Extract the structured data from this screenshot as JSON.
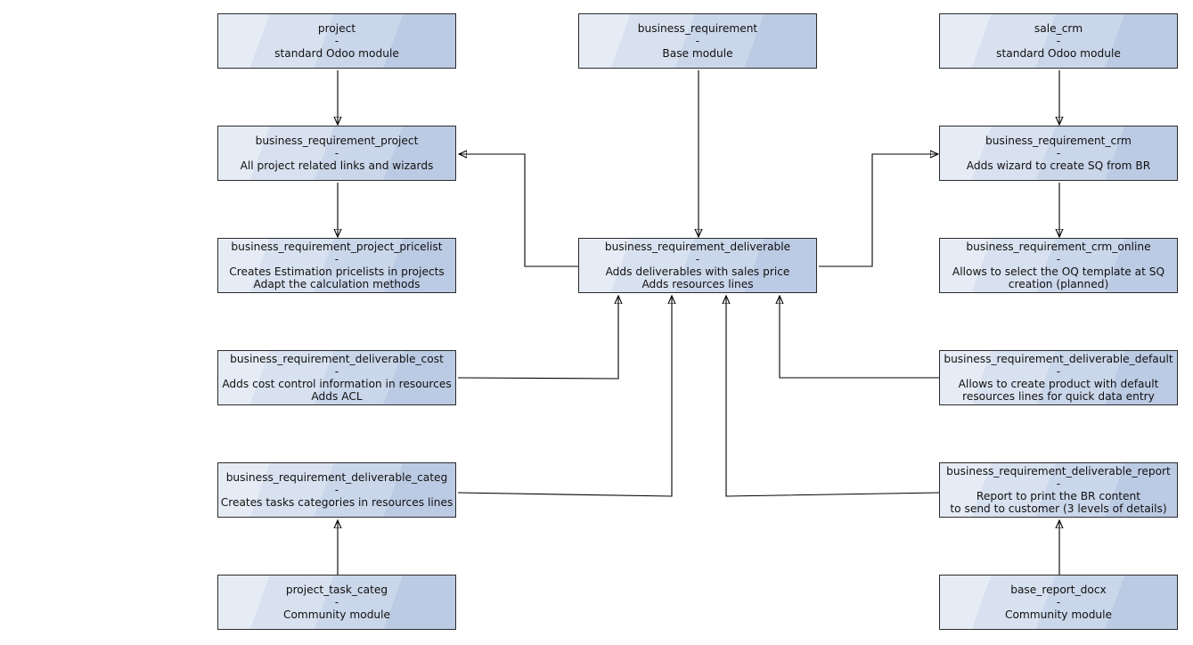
{
  "nodes": {
    "project": {
      "name": "project",
      "separator": "-",
      "desc": [
        "standard Odoo module"
      ]
    },
    "business_requirement": {
      "name": "business_requirement",
      "separator": "-",
      "desc": [
        "Base module"
      ]
    },
    "sale_crm": {
      "name": "sale_crm",
      "separator": "-",
      "desc": [
        "standard Odoo module"
      ]
    },
    "br_project": {
      "name": "business_requirement_project",
      "separator": "-",
      "desc": [
        "All project related links and wizards"
      ]
    },
    "br_crm": {
      "name": "business_requirement_crm",
      "separator": "-",
      "desc": [
        "Adds wizard to create SQ from BR"
      ]
    },
    "br_project_pricelist": {
      "name": "business_requirement_project_pricelist",
      "separator": "-",
      "desc": [
        "Creates Estimation pricelists in projects",
        "Adapt the calculation methods"
      ]
    },
    "br_deliverable": {
      "name": "business_requirement_deliverable",
      "separator": "-",
      "desc": [
        "Adds deliverables with sales price",
        "Adds resources lines"
      ]
    },
    "br_crm_online": {
      "name": "business_requirement_crm_online",
      "separator": "-",
      "desc": [
        "Allows to select the OQ template at SQ",
        "creation (planned)"
      ]
    },
    "br_deliverable_cost": {
      "name": "business_requirement_deliverable_cost",
      "separator": "-",
      "desc": [
        "Adds cost control information in resources",
        "Adds ACL"
      ]
    },
    "br_deliverable_default": {
      "name": "business_requirement_deliverable_default",
      "separator": "-",
      "desc": [
        "Allows to create product with default",
        "resources lines for quick data entry"
      ]
    },
    "br_deliverable_categ": {
      "name": "business_requirement_deliverable_categ",
      "separator": "-",
      "desc": [
        "Creates tasks categories in resources lines"
      ]
    },
    "br_deliverable_report": {
      "name": "business_requirement_deliverable_report",
      "separator": "-",
      "desc": [
        "Report to print the BR content",
        "to send to customer (3 levels of details)"
      ]
    },
    "project_task_categ": {
      "name": "project_task_categ",
      "separator": "-",
      "desc": [
        "Community module"
      ]
    },
    "base_report_docx": {
      "name": "base_report_docx",
      "separator": "-",
      "desc": [
        "Community module"
      ]
    }
  }
}
